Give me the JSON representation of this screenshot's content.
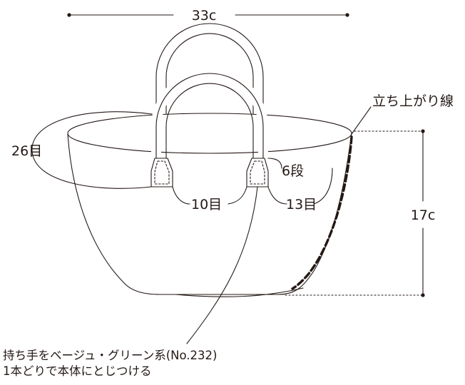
{
  "labels": {
    "width": "33c",
    "height": "17c",
    "rise_line": "立ち上がり線",
    "stitches_26": "26目",
    "rows_6": "6段",
    "stitches_10": "10目",
    "stitches_13": "13目"
  },
  "note": {
    "line1": "持ち手をベージュ・グリーン系(No.232)",
    "line2": "1本どりで本体にとじつける"
  },
  "colors": {
    "ink": "#231815",
    "paper": "#ffffff"
  }
}
